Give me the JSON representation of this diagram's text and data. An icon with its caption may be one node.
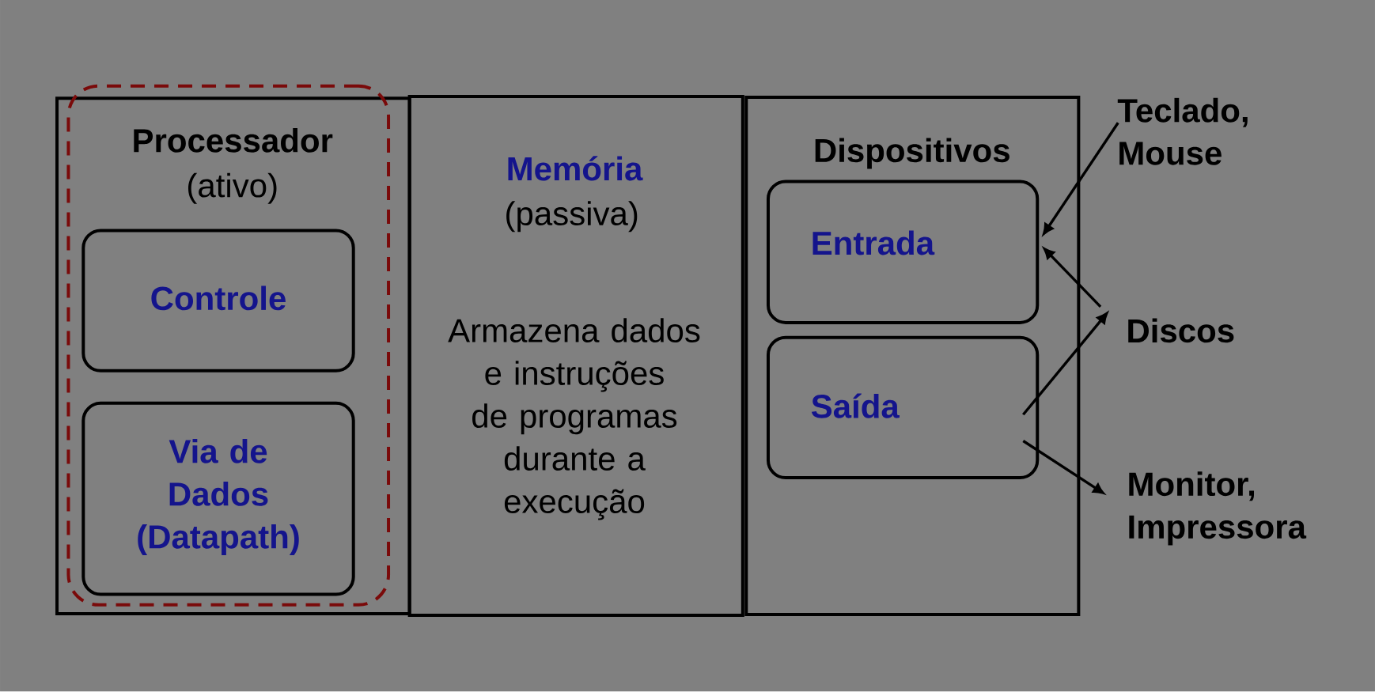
{
  "diagram": {
    "nodes": [
      {
        "text": [],
        "shape": "box"
      },
      {
        "text": [
          "Processador",
          "(ativo)"
        ],
        "in": 0
      },
      {
        "text": [
          "Controle"
        ],
        "in": 1
      },
      {
        "text": [
          "Via de Dados (Datapath)"
        ],
        "in": 1
      },
      {
        "text": [
          "Memória",
          "(passiva)",
          "Armazena dados e instruções de programas durante a execução"
        ]
      },
      {
        "text": [
          "Dispositivos"
        ]
      },
      {
        "text": [
          "Entrada"
        ],
        "in": 5
      },
      {
        "text": [
          "Saída"
        ],
        "in": 5
      },
      {
        "text": [
          "Teclado, Mouse"
        ]
      },
      {
        "text": [
          "Discos"
        ]
      },
      {
        "text": [
          "Monitor, Impressora"
        ]
      }
    ],
    "edges": [
      {
        "from": 8,
        "to": 6,
        "arrow": "to"
      },
      {
        "from": 9,
        "to": 6,
        "arrow": "to"
      },
      {
        "from": 7,
        "to": 9,
        "arrow": "to"
      },
      {
        "from": 7,
        "to": 10,
        "arrow": "to"
      }
    ]
  }
}
